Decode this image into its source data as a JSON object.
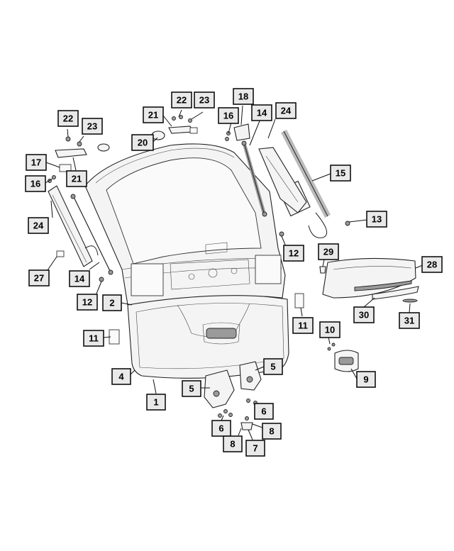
{
  "diagram": {
    "callouts": [
      {
        "id": "c1",
        "label": "1"
      },
      {
        "id": "c2",
        "label": "2"
      },
      {
        "id": "c4",
        "label": "4"
      },
      {
        "id": "c5a",
        "label": "5"
      },
      {
        "id": "c5b",
        "label": "5"
      },
      {
        "id": "c6a",
        "label": "6"
      },
      {
        "id": "c6b",
        "label": "6"
      },
      {
        "id": "c7",
        "label": "7"
      },
      {
        "id": "c8a",
        "label": "8"
      },
      {
        "id": "c8b",
        "label": "8"
      },
      {
        "id": "c9",
        "label": "9"
      },
      {
        "id": "c10",
        "label": "10"
      },
      {
        "id": "c11a",
        "label": "11"
      },
      {
        "id": "c11b",
        "label": "11"
      },
      {
        "id": "c12a",
        "label": "12"
      },
      {
        "id": "c12b",
        "label": "12"
      },
      {
        "id": "c13",
        "label": "13"
      },
      {
        "id": "c14a",
        "label": "14"
      },
      {
        "id": "c14b",
        "label": "14"
      },
      {
        "id": "c15",
        "label": "15"
      },
      {
        "id": "c16a",
        "label": "16"
      },
      {
        "id": "c16b",
        "label": "16"
      },
      {
        "id": "c17",
        "label": "17"
      },
      {
        "id": "c18",
        "label": "18"
      },
      {
        "id": "c20",
        "label": "20"
      },
      {
        "id": "c21a",
        "label": "21"
      },
      {
        "id": "c21b",
        "label": "21"
      },
      {
        "id": "c22a",
        "label": "22"
      },
      {
        "id": "c22b",
        "label": "22"
      },
      {
        "id": "c23a",
        "label": "23"
      },
      {
        "id": "c23b",
        "label": "23"
      },
      {
        "id": "c24a",
        "label": "24"
      },
      {
        "id": "c24b",
        "label": "24"
      },
      {
        "id": "c27",
        "label": "27"
      },
      {
        "id": "c28",
        "label": "28"
      },
      {
        "id": "c29",
        "label": "29"
      },
      {
        "id": "c30",
        "label": "30"
      },
      {
        "id": "c31",
        "label": "31"
      }
    ]
  }
}
